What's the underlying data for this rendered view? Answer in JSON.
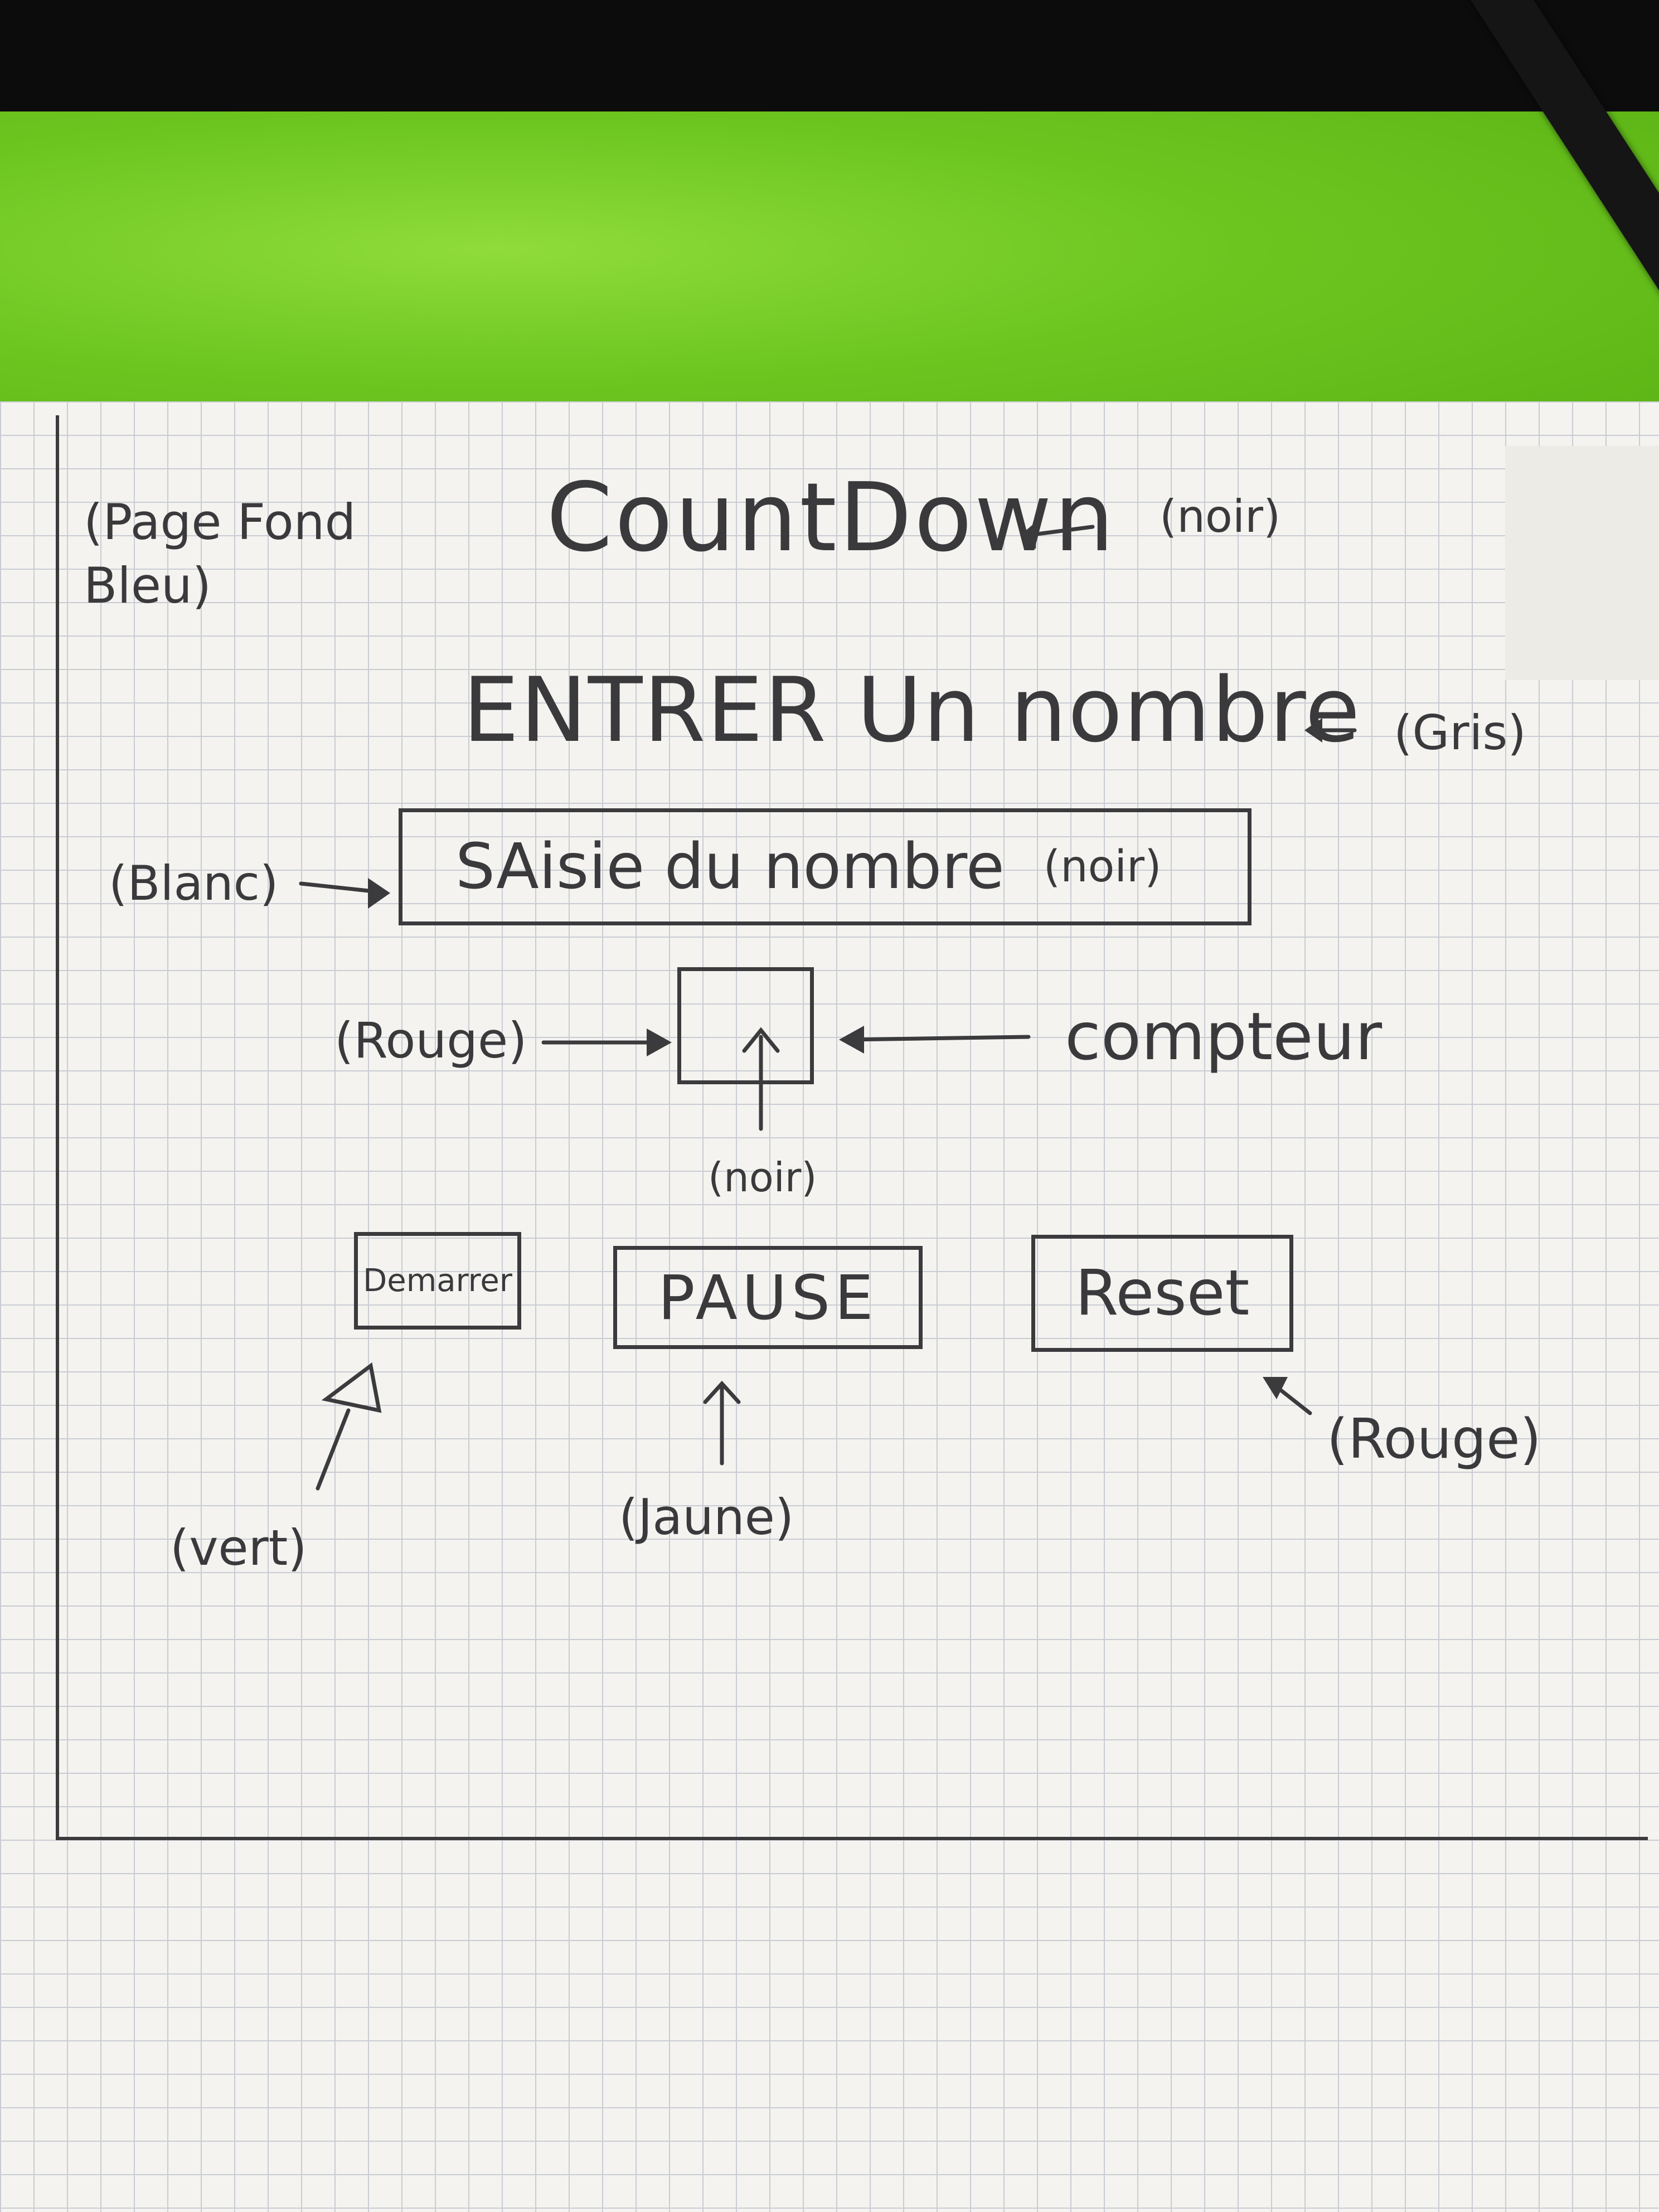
{
  "sketch": {
    "page_note": "(Page Fond\nBleu)",
    "title": "CountDown",
    "title_note": "(noir)",
    "subtitle": "ENTRER Un nombre",
    "subtitle_note": "(Gris)",
    "input_placeholder": "SAisie du nombre",
    "input_text_note": "(noir)",
    "input_bg_note": "(Blanc)",
    "counter_label": "compteur",
    "counter_bg_note": "(Rouge)",
    "counter_text_note": "(noir)",
    "buttons": {
      "start": "Demarrer",
      "pause": "PAUSE",
      "reset": "Reset"
    },
    "start_note": "(vert)",
    "pause_note": "(Jaune)",
    "reset_note": "(Rouge)"
  },
  "colors": {
    "ink": "#3b3b3e",
    "paper": "#f4f3ef",
    "grid": "#c9ccd4",
    "folder_green": "#6cc51f"
  }
}
